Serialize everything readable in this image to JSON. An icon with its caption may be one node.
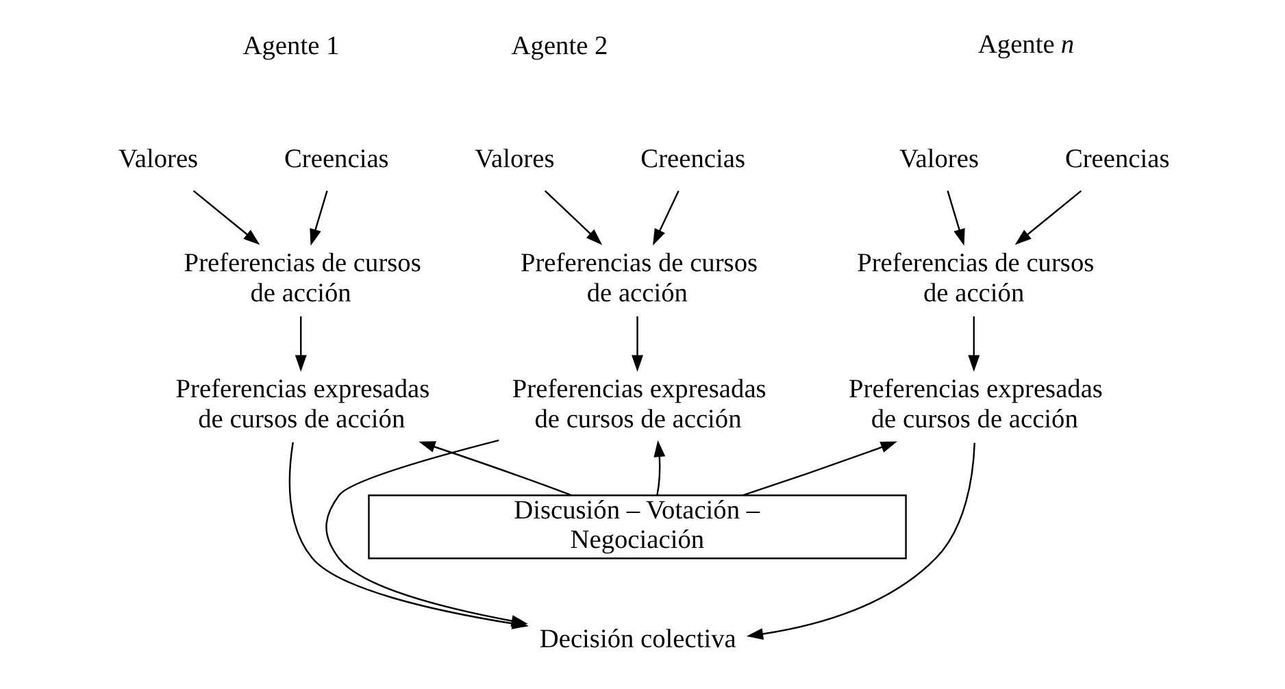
{
  "diagram": {
    "nodes": [
      {
        "text": [
          "Valores"
        ]
      },
      {
        "text": [
          "Creencias"
        ]
      },
      {
        "text": [
          "Preferencias de cursos de acción"
        ]
      },
      {
        "text": [
          "Preferencias expresadas de cursos de acción"
        ]
      },
      {
        "text": [
          "Valores"
        ]
      },
      {
        "text": [
          "Creencias"
        ]
      },
      {
        "text": [
          "Preferencias de cursos de acción"
        ]
      },
      {
        "text": [
          "Preferencias expresadas de cursos de acción"
        ]
      },
      {
        "text": [
          "Valores"
        ]
      },
      {
        "text": [
          "Creencias"
        ]
      },
      {
        "text": [
          "Preferencias de cursos de acción"
        ]
      },
      {
        "text": [
          "Preferencias expresadas de cursos de acción"
        ]
      },
      {
        "text": [
          "Discusión – Votación – Negociación"
        ]
      },
      {
        "text": [
          "Decisión colectiva"
        ]
      }
    ],
    "edges": [
      {
        "from": 0,
        "to": 2,
        "arrow": "to"
      },
      {
        "from": 1,
        "to": 2,
        "arrow": "to"
      },
      {
        "from": 4,
        "to": 6,
        "arrow": "to"
      },
      {
        "from": 5,
        "to": 6,
        "arrow": "to"
      },
      {
        "from": 8,
        "to": 10,
        "arrow": "to"
      },
      {
        "from": 9,
        "to": 10,
        "arrow": "to"
      },
      {
        "from": 2,
        "to": 3,
        "arrow": "to"
      },
      {
        "from": 6,
        "to": 7,
        "arrow": "to"
      },
      {
        "from": 10,
        "to": 11,
        "arrow": "to"
      },
      {
        "from": 3,
        "to": 13,
        "arrow": "to"
      },
      {
        "from": 12,
        "to": 3,
        "arrow": "to"
      },
      {
        "from": 12,
        "to": 7,
        "arrow": "to"
      },
      {
        "from": 7,
        "to": 13,
        "arrow": "to"
      },
      {
        "from": 11,
        "to": 13,
        "arrow": "to"
      },
      {
        "from": 12,
        "to": 11,
        "arrow": "to"
      }
    ],
    "labels": [
      "Agente 1",
      "Agente 2",
      "Agente *n*"
    ]
  }
}
